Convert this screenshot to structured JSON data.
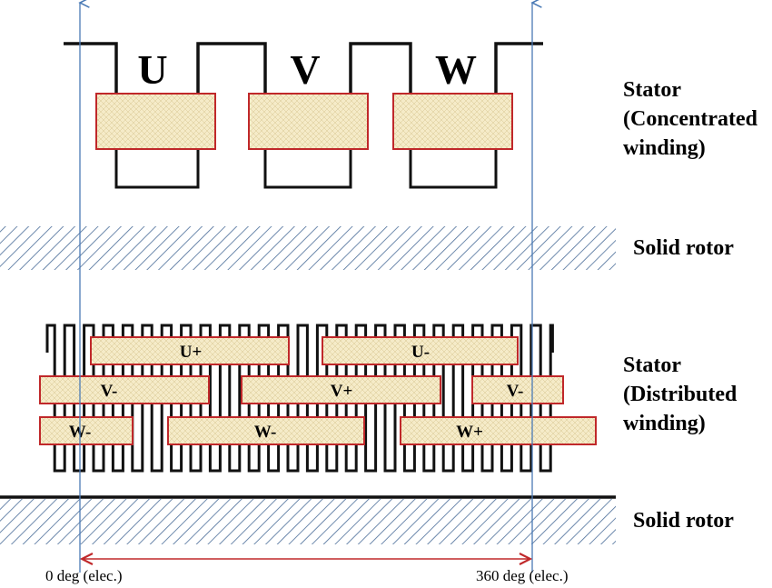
{
  "concentrated": {
    "phases": [
      "U",
      "V",
      "W"
    ],
    "side_label": [
      "Stator",
      "(Concentrated",
      "winding)"
    ],
    "rotor_label": "Solid rotor"
  },
  "distributed": {
    "row1": [
      "U+",
      "U-"
    ],
    "row2": [
      "V-",
      "V+",
      "V-"
    ],
    "row3": [
      "W-",
      "W-",
      "W+"
    ],
    "side_label": [
      "Stator",
      "(Distributed",
      "winding)"
    ],
    "rotor_label": "Solid rotor"
  },
  "axis": {
    "start_label": "0 deg (elec.)",
    "end_label": "360 deg (elec.)"
  },
  "colors": {
    "coil_fill": "#f5ebc8",
    "coil_border": "#c0282a",
    "guide_line": "#4a7ab5",
    "span_arrow": "#c0282a",
    "hatch": "#4a6c98"
  }
}
